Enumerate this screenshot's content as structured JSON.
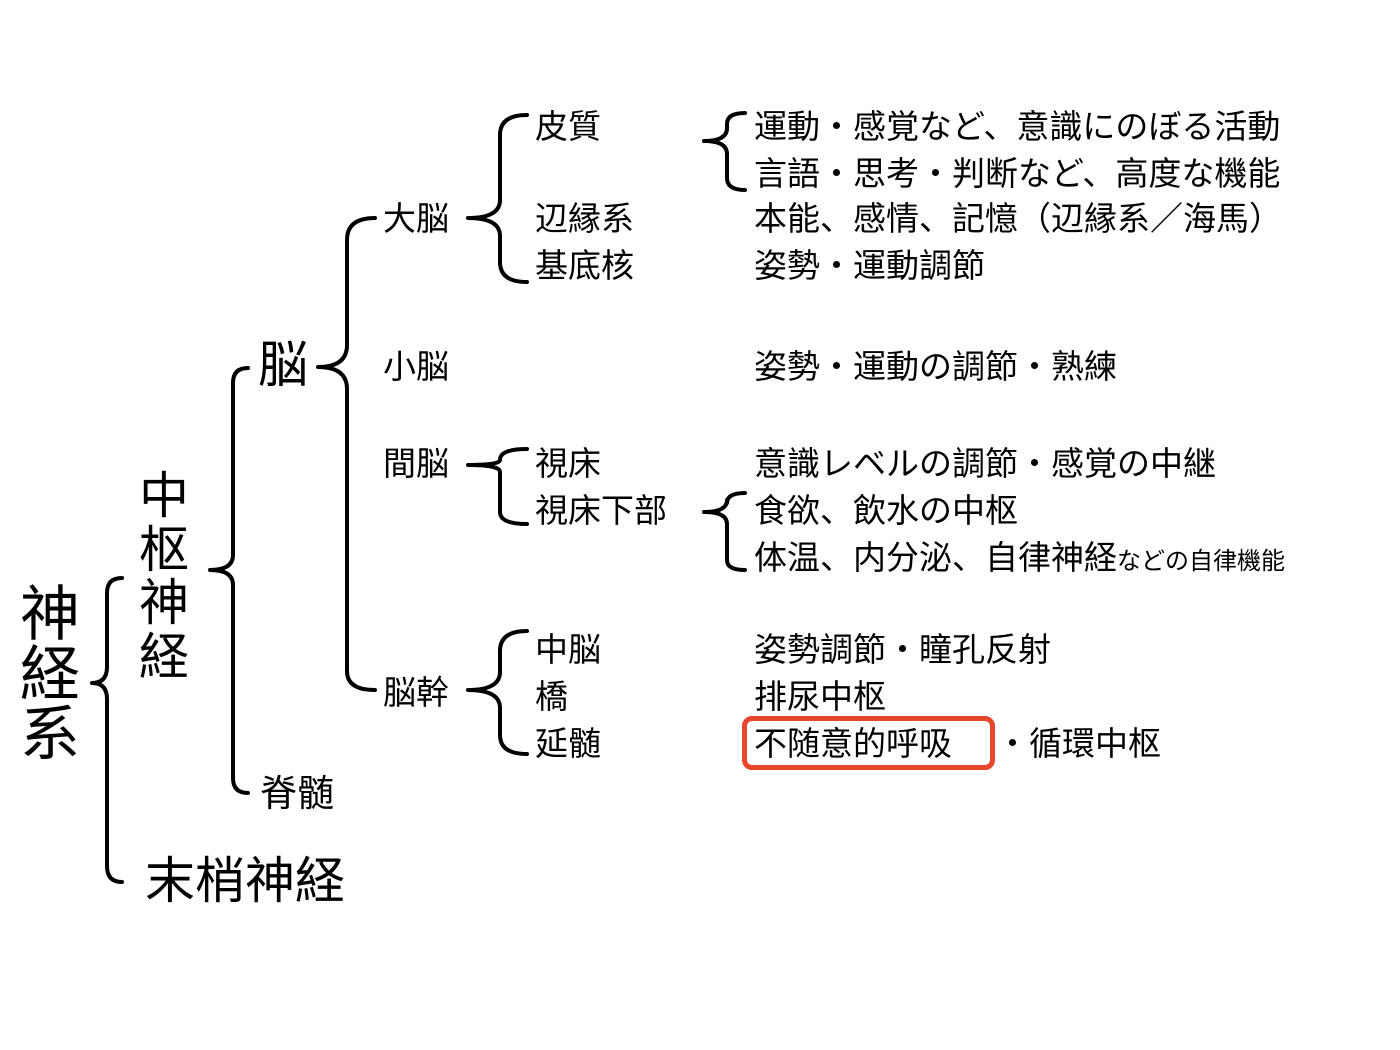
{
  "root": {
    "chars": [
      "神",
      "経",
      "系"
    ]
  },
  "cns": {
    "chars": [
      "中",
      "枢",
      "神",
      "経"
    ]
  },
  "pns": "末梢神経",
  "brain": "脳",
  "spinal_cord": "脊髄",
  "cerebrum": {
    "label": "大脳",
    "parts": [
      "皮質",
      "辺縁系",
      "基底核"
    ]
  },
  "cerebellum": {
    "label": "小脳"
  },
  "diencephalon": {
    "label": "間脳",
    "parts": [
      "視床",
      "視床下部"
    ]
  },
  "brainstem": {
    "label": "脳幹",
    "parts": [
      "中脳",
      "橋",
      "延髄"
    ]
  },
  "functions": {
    "cortex_1": "運動・感覚など、意識にのぼる活動",
    "cortex_2": "言語・思考・判断など、高度な機能",
    "limbic": "本能、感情、記憶（辺縁系／海馬）",
    "basal": "姿勢・運動調節",
    "cerebellum": "姿勢・運動の調節・熟練",
    "thalamus": "意識レベルの調節・感覚の中継",
    "hypo_1": "食欲、飲水の中枢",
    "hypo_2_main": "体温、内分泌、自律神経",
    "hypo_2_small": "などの自律機能",
    "midbrain": "姿勢調節・瞳孔反射",
    "pons": "排尿中枢",
    "medulla_highlight": "不随意的呼吸",
    "medulla_rest": "・循環中枢"
  },
  "colors": {
    "highlight": "#e8462a",
    "text": "#000000"
  }
}
